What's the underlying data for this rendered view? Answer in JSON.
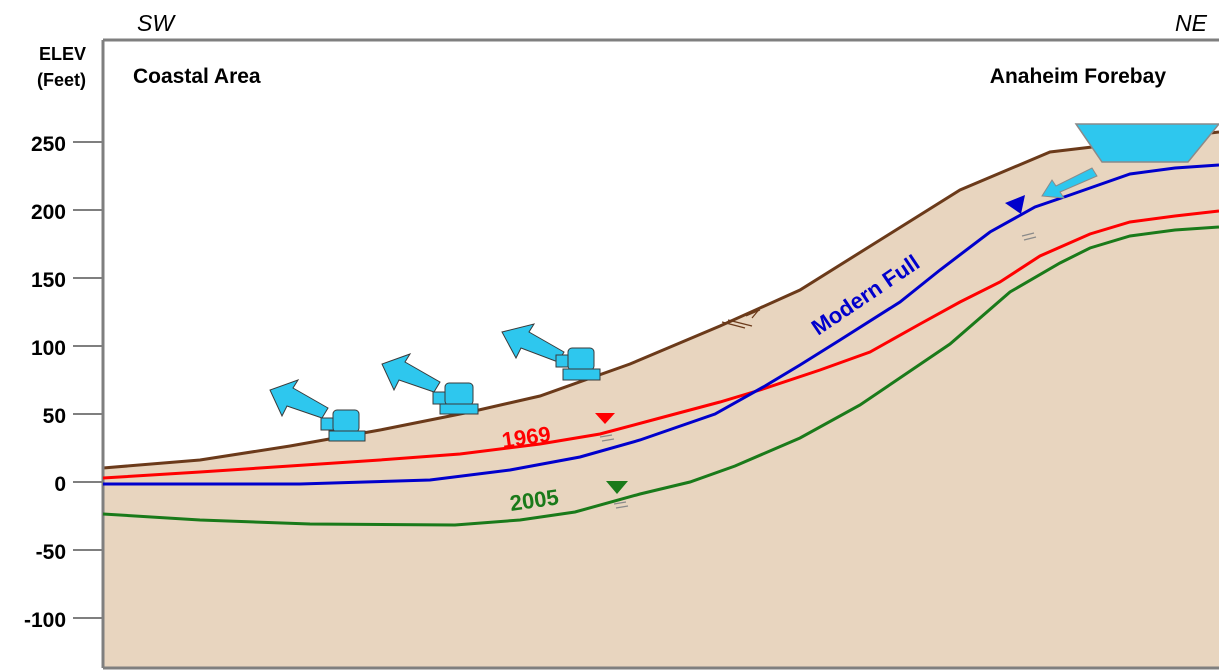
{
  "direction": {
    "left": "SW",
    "right": "NE"
  },
  "axis": {
    "title_line1": "ELEV",
    "title_line2": "(Feet)",
    "ticks": [
      "250",
      "200",
      "150",
      "100",
      "50",
      "0",
      "-50",
      "-100"
    ],
    "tick_values": [
      250,
      200,
      150,
      100,
      50,
      0,
      -50,
      -100
    ]
  },
  "regions": {
    "left": "Coastal Area",
    "right": "Anaheim Forebay"
  },
  "water_levels": {
    "modern_full": {
      "label": "Modern Full",
      "color": "#0000cc"
    },
    "y1969": {
      "label": "1969",
      "color": "#ff0000"
    },
    "y2005": {
      "label": "2005",
      "color": "#1a7a1a"
    }
  },
  "colors": {
    "soil": "#e8d5bf",
    "ground_line": "#6b3a1a",
    "pump": "#2ec7ee",
    "recharge_basin": "#2ec7ee"
  },
  "icons": [
    "pump-icon",
    "discharge-arrow-icon",
    "recharge-basin-icon",
    "recharge-arrow-icon",
    "water-table-marker-icon"
  ]
}
